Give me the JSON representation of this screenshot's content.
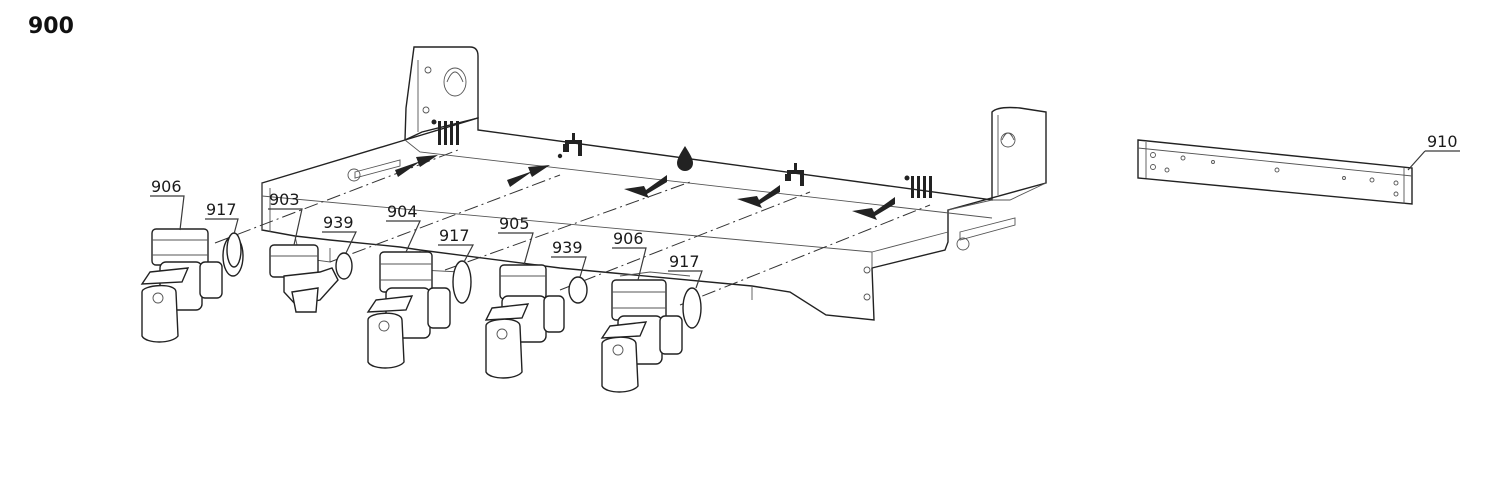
{
  "diagram": {
    "title": "900",
    "labels": {
      "l906a": "906",
      "l917a": "917",
      "l903": "903",
      "l939a": "939",
      "l904": "904",
      "l917b": "917",
      "l905": "905",
      "l939b": "939",
      "l906b": "906",
      "l917c": "917",
      "l910": "910"
    },
    "icons": [
      "radiator-flow-icon",
      "hot-water-tap-icon",
      "gas-drop-icon",
      "cold-water-tap-icon",
      "radiator-return-icon"
    ]
  }
}
